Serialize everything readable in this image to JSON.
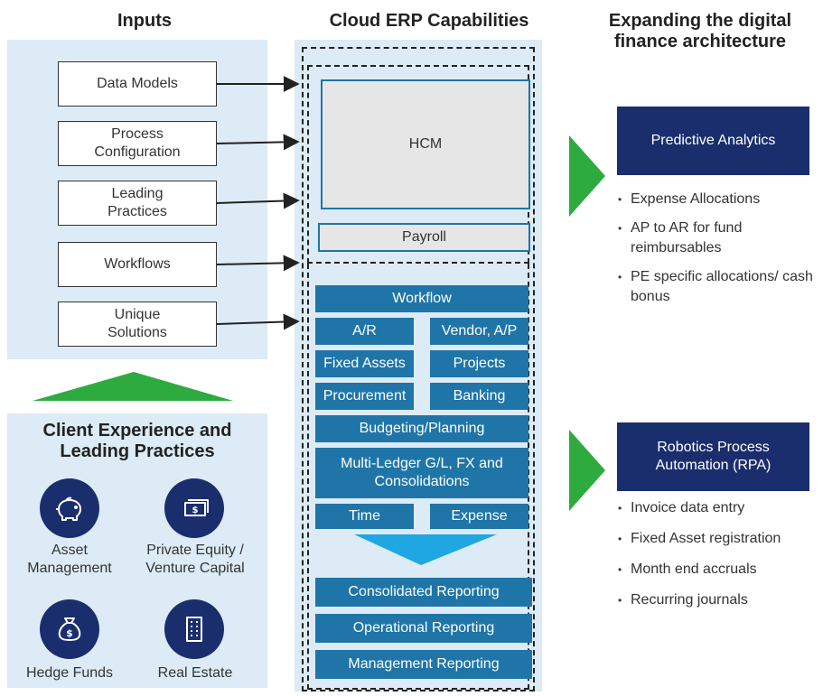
{
  "headings": {
    "inputs": "Inputs",
    "capabilities": "Cloud ERP Capabilities",
    "expanding": "Expanding the digital finance architecture"
  },
  "inputs": [
    "Data Models",
    "Process Configuration",
    "Leading Practices",
    "Workflows",
    "Unique Solutions"
  ],
  "client": {
    "title": "Client Experience and Leading Practices",
    "segments": [
      {
        "label": "Asset Management",
        "icon": "piggy-bank-icon"
      },
      {
        "label": "Private Equity / Venture Capital",
        "icon": "cash-icon"
      },
      {
        "label": "Hedge Funds",
        "icon": "money-bag-icon"
      },
      {
        "label": "Real Estate",
        "icon": "building-icon"
      }
    ]
  },
  "hcm": {
    "label": "HCM",
    "payroll": "Payroll"
  },
  "modules": {
    "workflow": "Workflow",
    "ar": "A/R",
    "ap": "Vendor, A/P",
    "fixed_assets": "Fixed Assets",
    "projects": "Projects",
    "procurement": "Procurement",
    "banking": "Banking",
    "budgeting": "Budgeting/Planning",
    "ledger": "Multi-Ledger G/L, FX and Consolidations",
    "time": "Time",
    "expense": "Expense"
  },
  "reporting": [
    "Consolidated Reporting",
    "Operational Reporting",
    "Management Reporting"
  ],
  "predictive": {
    "title": "Predictive Analytics",
    "bullets": [
      "Expense Allocations",
      "AP to AR for fund reimbursables",
      "PE specific allocations/ cash bonus"
    ]
  },
  "rpa": {
    "title": "Robotics Process Automation (RPA)",
    "bullets": [
      "Invoice data entry",
      "Fixed Asset registration",
      "Month end accruals",
      "Recurring journals"
    ]
  },
  "colors": {
    "panel": "#dcebf5",
    "module_blue": "#1f75a8",
    "navy": "#1a2e6e",
    "green": "#2eab3f",
    "light_blue_arrow": "#1ea7e1",
    "grey_box": "#e6e6e6"
  }
}
